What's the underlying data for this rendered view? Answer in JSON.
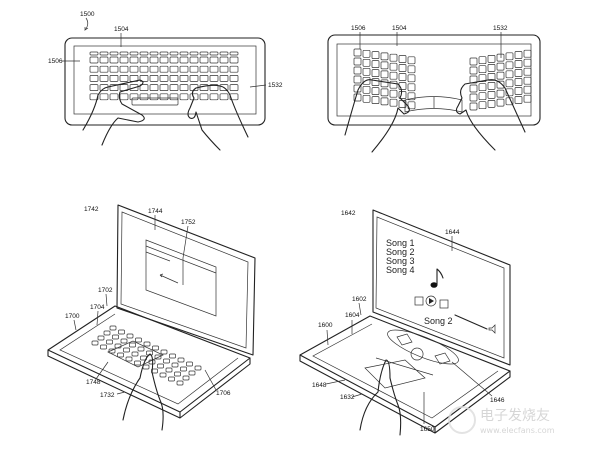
{
  "figures": {
    "fig1": {
      "labels": {
        "ref": "1500",
        "frame": "1504",
        "left": "1506",
        "right": "1532"
      }
    },
    "fig2": {
      "labels": {
        "left": "1506",
        "frame": "1504",
        "right": "1532"
      }
    },
    "fig3": {
      "labels": {
        "ref": "1742",
        "display": "1744",
        "window": "1752",
        "housing": "1702",
        "bezel": "1704",
        "base": "1700",
        "trackpad": "1748",
        "finger": "1732",
        "keys": "1706"
      }
    },
    "fig4": {
      "labels": {
        "ref": "1642",
        "display": "1644",
        "housing": "1602",
        "bezel": "1604",
        "base": "1600",
        "trackpad": "1648",
        "finger": "1632",
        "slider": "1650",
        "controls": "1646"
      },
      "songs": [
        "Song 1",
        "Song 2",
        "Song 3",
        "Song 4"
      ],
      "now_playing": "Song 2",
      "icons": [
        "music-note-icon",
        "rewind-icon",
        "play-icon",
        "fast-forward-icon",
        "volume-icon"
      ]
    }
  },
  "watermark": {
    "brand": "电子发烧友",
    "url": "www.elecfans.com"
  }
}
